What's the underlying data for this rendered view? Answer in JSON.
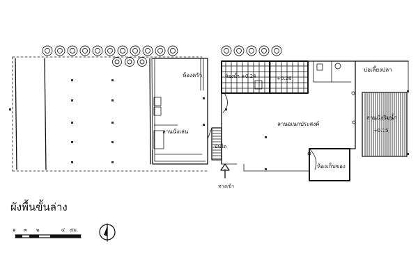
{
  "plan": {
    "title": "ผังพื้นขั้นล่าง",
    "rooms": {
      "kitchen": "ห้องครัว",
      "dining": "ลานนั่งเล่น",
      "wash_left": "ห้องน้ำ +0.24",
      "wash_right": "+0.26",
      "main_hall": "ลานอเนกประสงค์",
      "fish_pond": "บ่อเลี้ยงปลา",
      "deck": "ลานนั่งริมน้ำ",
      "deck_level": "+0.15",
      "store": "ห้องเก็บของ",
      "stair": "บันได",
      "entry": "ทางเข้า"
    },
    "scale": {
      "ticks": [
        "๑",
        "๓",
        "๒",
        "๔",
        "๕ม."
      ]
    }
  }
}
